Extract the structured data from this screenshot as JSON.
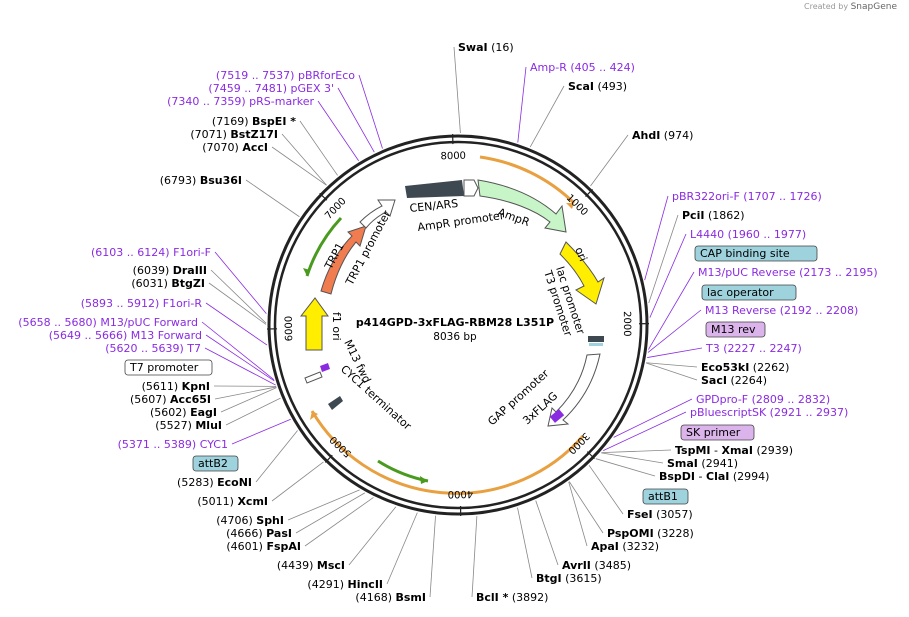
{
  "brand": {
    "prefix": "Created by",
    "name": "SnapGene"
  },
  "plasmid": {
    "name": "p414GPD-3xFLAG-RBM28 L351P",
    "length": "8036 bp"
  },
  "ticks": [
    "1000",
    "2000",
    "3000",
    "4000",
    "5000",
    "6000",
    "7000",
    "8000"
  ],
  "features": {
    "cen_ars": "CEN/ARS",
    "ampr_promoter": "AmpR promoter",
    "ampr": "AmpR",
    "ori": "ori",
    "lac_promoter": "lac promoter",
    "t3_promoter": "T3 promoter",
    "gap_promoter": "GAP promoter",
    "flag": "3xFLAG",
    "cyc1_terminator": "CYC1 terminator",
    "m13_fwd": "M13 fwd",
    "f1_ori": "f1 ori",
    "trp1": "TRP1",
    "trp1_promoter": "TRP1 promoter"
  },
  "right_labels": [
    {
      "name": "SwaI",
      "pos": "(16)"
    },
    {
      "name": "Amp-R",
      "pos": "(405 .. 424)",
      "primer": true
    },
    {
      "name": "ScaI",
      "pos": "(493)"
    },
    {
      "name": "AhdI",
      "pos": "(974)"
    },
    {
      "name": "pBR322ori-F",
      "pos": "(1707 .. 1726)",
      "primer": true
    },
    {
      "name": "PciI",
      "pos": "(1862)"
    },
    {
      "name": "L4440",
      "pos": "(1960 .. 1977)",
      "primer": true
    },
    {
      "name": "CAP binding site",
      "box": "feat"
    },
    {
      "name": "M13/pUC Reverse",
      "pos": "(2173 .. 2195)",
      "primer": true
    },
    {
      "name": "lac operator",
      "box": "feat"
    },
    {
      "name": "M13 Reverse",
      "pos": "(2192 .. 2208)",
      "primer": true
    },
    {
      "name": "M13 rev",
      "box": "primer"
    },
    {
      "name": "T3",
      "pos": "(2227 .. 2247)",
      "primer": true
    },
    {
      "name": "Eco53kI",
      "pos": "(2262)"
    },
    {
      "name": "SacI",
      "pos": "(2264)"
    },
    {
      "name": "GPDpro-F",
      "pos": "(2809 .. 2832)",
      "primer": true
    },
    {
      "name": "pBluescriptSK",
      "pos": "(2921 .. 2937)",
      "primer": true
    },
    {
      "name": "SK primer",
      "box": "primer"
    },
    {
      "name": "TspMI",
      "sep": " - ",
      "name2": "XmaI",
      "pos": "(2939)"
    },
    {
      "name": "SmaI",
      "pos": "(2941)"
    },
    {
      "name": "BspDI",
      "sep": " - ",
      "name2": "ClaI",
      "pos": "(2994)"
    },
    {
      "name": "attB1",
      "box": "feat"
    },
    {
      "name": "FseI",
      "pos": "(3057)"
    },
    {
      "name": "PspOMI",
      "pos": "(3228)"
    },
    {
      "name": "ApaI",
      "pos": "(3232)"
    },
    {
      "name": "AvrII",
      "pos": "(3485)"
    },
    {
      "name": "BtgI",
      "pos": "(3615)"
    },
    {
      "name": "BclI *",
      "pos": "(3892)"
    }
  ],
  "left_labels": [
    {
      "name": "pBRforEco",
      "pos": "(7519 .. 7537)",
      "primer": true
    },
    {
      "name": "pGEX 3'",
      "pos": "(7459 .. 7481)",
      "primer": true
    },
    {
      "name": "pRS-marker",
      "pos": "(7340 .. 7359)",
      "primer": true
    },
    {
      "name": "BspEI *",
      "pos": "(7169)"
    },
    {
      "name": "BstZ17I",
      "pos": "(7071)"
    },
    {
      "name": "AccI",
      "pos": "(7070)"
    },
    {
      "name": "Bsu36I",
      "pos": "(6793)"
    },
    {
      "name": "F1ori-F",
      "pos": "(6103 .. 6124)",
      "primer": true
    },
    {
      "name": "DraIII",
      "pos": "(6039)"
    },
    {
      "name": "BtgZI",
      "pos": "(6031)"
    },
    {
      "name": "F1ori-R",
      "pos": "(5893 .. 5912)",
      "primer": true
    },
    {
      "name": "M13/pUC Forward",
      "pos": "(5658 .. 5680)",
      "primer": true
    },
    {
      "name": "M13 Forward",
      "pos": "(5649 .. 5666)",
      "primer": true
    },
    {
      "name": "T7",
      "pos": "(5620 .. 5639)",
      "primer": true
    },
    {
      "name": "T7 promoter",
      "box": "plain"
    },
    {
      "name": "KpnI",
      "pos": "(5611)"
    },
    {
      "name": "Acc65I",
      "pos": "(5607)"
    },
    {
      "name": "EagI",
      "pos": "(5602)"
    },
    {
      "name": "MluI",
      "pos": "(5527)"
    },
    {
      "name": "CYC1",
      "pos": "(5371 .. 5389)",
      "primer": true
    },
    {
      "name": "attB2",
      "box": "feat"
    },
    {
      "name": "EcoNI",
      "pos": "(5283)"
    },
    {
      "name": "XcmI",
      "pos": "(5011)"
    },
    {
      "name": "SphI",
      "pos": "(4706)"
    },
    {
      "name": "PasI",
      "pos": "(4666)"
    },
    {
      "name": "FspAI",
      "pos": "(4601)"
    },
    {
      "name": "MscI",
      "pos": "(4439)"
    },
    {
      "name": "HincII",
      "pos": "(4291)"
    },
    {
      "name": "BsmI",
      "pos": "(4168)"
    }
  ],
  "colors": {
    "ring": "#222222",
    "primer": "#8a2be2",
    "ampr": "#c8f5c8",
    "ori": "#ffee00",
    "trp1": "#f07c50",
    "f1ori": "#ffee00",
    "cen": "#3d4850",
    "orange_line": "#e8a040",
    "green_line": "#4a9a20",
    "feat_box": "#9ed2dc",
    "primer_box": "#dcb4ec"
  }
}
